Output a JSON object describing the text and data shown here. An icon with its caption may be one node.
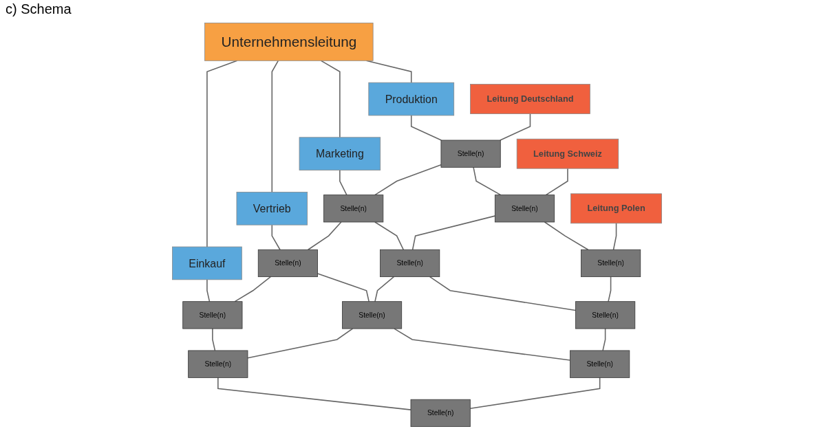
{
  "diagram": {
    "title": "c) Schema",
    "nodes": [
      {
        "text": [
          "Unternehmensleitung"
        ]
      },
      {
        "text": [
          "Produktion"
        ]
      },
      {
        "text": [
          "Marketing"
        ]
      },
      {
        "text": [
          "Vertrieb"
        ]
      },
      {
        "text": [
          "Einkauf"
        ]
      },
      {
        "text": [
          "Leitung Deutschland"
        ]
      },
      {
        "text": [
          "Stelle(n)"
        ]
      },
      {
        "text": [
          "Stelle(n)"
        ]
      },
      {
        "text": [
          "Stelle(n)"
        ]
      },
      {
        "text": [
          "Stelle(n)"
        ]
      },
      {
        "text": [
          "Leitung Schweiz"
        ]
      },
      {
        "text": [
          "Stelle(n)"
        ]
      },
      {
        "text": [
          "Stelle(n)"
        ]
      },
      {
        "text": [
          "Stelle(n)"
        ]
      },
      {
        "text": [
          "Stelle(n)"
        ]
      },
      {
        "text": [
          "Leitung Polen"
        ]
      },
      {
        "text": [
          "Stelle(n)"
        ]
      },
      {
        "text": [
          "Stelle(n)"
        ]
      },
      {
        "text": [
          "Stelle(n)"
        ]
      },
      {
        "text": [
          "Stelle(n)"
        ]
      }
    ],
    "edges": [
      {
        "from": 0,
        "to": 1,
        "arrow": "none"
      },
      {
        "from": 0,
        "to": 2,
        "arrow": "none"
      },
      {
        "from": 0,
        "to": 3,
        "arrow": "none"
      },
      {
        "from": 0,
        "to": 4,
        "arrow": "none"
      },
      {
        "from": 1,
        "to": 6,
        "arrow": "none"
      },
      {
        "from": 6,
        "to": 11,
        "arrow": "none"
      },
      {
        "from": 11,
        "to": 16,
        "arrow": "none"
      },
      {
        "from": 2,
        "to": 7,
        "arrow": "none"
      },
      {
        "from": 7,
        "to": 12,
        "arrow": "none"
      },
      {
        "from": 12,
        "to": 17,
        "arrow": "none"
      },
      {
        "from": 3,
        "to": 8,
        "arrow": "none"
      },
      {
        "from": 8,
        "to": 13,
        "arrow": "none"
      },
      {
        "from": 13,
        "to": 18,
        "arrow": "none"
      },
      {
        "from": 4,
        "to": 9,
        "arrow": "none"
      },
      {
        "from": 9,
        "to": 14,
        "arrow": "none"
      },
      {
        "from": 14,
        "to": 19,
        "arrow": "none"
      },
      {
        "from": 5,
        "to": 6,
        "arrow": "none"
      },
      {
        "from": 6,
        "to": 7,
        "arrow": "none"
      },
      {
        "from": 7,
        "to": 8,
        "arrow": "none"
      },
      {
        "from": 8,
        "to": 9,
        "arrow": "none"
      },
      {
        "from": 10,
        "to": 11,
        "arrow": "none"
      },
      {
        "from": 11,
        "to": 12,
        "arrow": "none"
      },
      {
        "from": 12,
        "to": 13,
        "arrow": "none"
      },
      {
        "from": 13,
        "to": 14,
        "arrow": "none"
      },
      {
        "from": 15,
        "to": 16,
        "arrow": "none"
      },
      {
        "from": 16,
        "to": 17,
        "arrow": "none"
      },
      {
        "from": 17,
        "to": 18,
        "arrow": "none"
      },
      {
        "from": 18,
        "to": 19,
        "arrow": "none"
      }
    ]
  }
}
